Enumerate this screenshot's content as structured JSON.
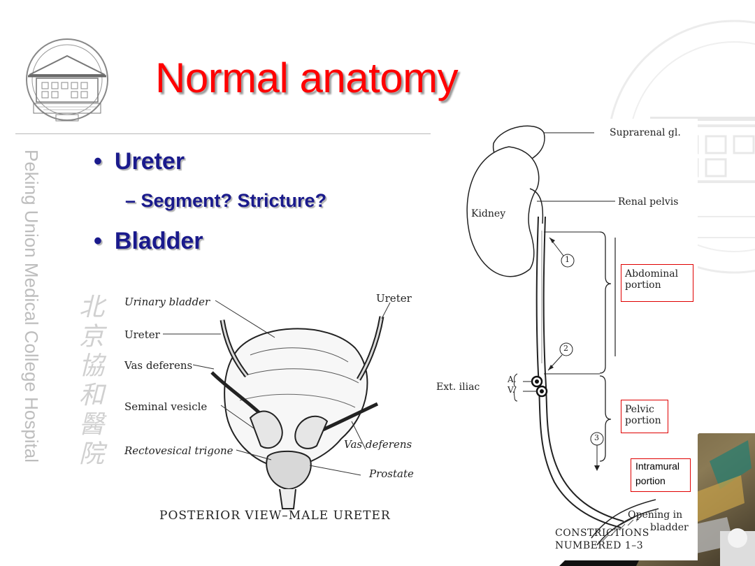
{
  "slide": {
    "title": "Normal anatomy",
    "watermark_vertical_en": "Peking Union Medical College Hospital",
    "watermark_vertical_cn": "北京協和醫院"
  },
  "bullets": {
    "b1": "Ureter",
    "b1_sub": "– Segment? Stricture?",
    "b2": "Bladder",
    "bullet_glyph": "•"
  },
  "bladder_figure": {
    "labels": {
      "urinary_bladder": "Urinary bladder",
      "ureter_left": "Ureter",
      "vas_deferens_left": "Vas deferens",
      "seminal_vesicle": "Seminal vesicle",
      "rectovesical_trigone": "Rectovesical trigone",
      "ureter_right": "Ureter",
      "vas_deferens_right": "Vas deferens",
      "prostate": "Prostate"
    },
    "caption": "POSTERIOR VIEW–MALE URETER"
  },
  "ureter_figure": {
    "suprarenal": "Suprarenal gl.",
    "renal_pelvis": "Renal pelvis",
    "kidney": "Kidney",
    "abdominal_line1": "Abdominal",
    "abdominal_line2": "portion",
    "pelvic_line1": "Pelvic",
    "pelvic_line2": "portion",
    "ext_iliac": "Ext. iliac",
    "artery": "A.",
    "vein": "V.",
    "num1": "1",
    "num2": "2",
    "num3": "3",
    "intramural_line1": "Intramural",
    "intramural_line2": "portion",
    "opening_line1": "Opening in",
    "opening_line2": "bladder",
    "constrictions_line1": "CONSTRICTIONS",
    "constrictions_line2": "NUMBERED 1–3"
  },
  "colors": {
    "title": "#ff0000",
    "bullets": "#1a1a8c",
    "box_border": "#e00000",
    "watermark": "#bdbdbd"
  },
  "icons": {
    "logo": "hospital-seal-logo",
    "right_watermark": "hospital-seal-watermark",
    "photo": "corner-photo"
  }
}
